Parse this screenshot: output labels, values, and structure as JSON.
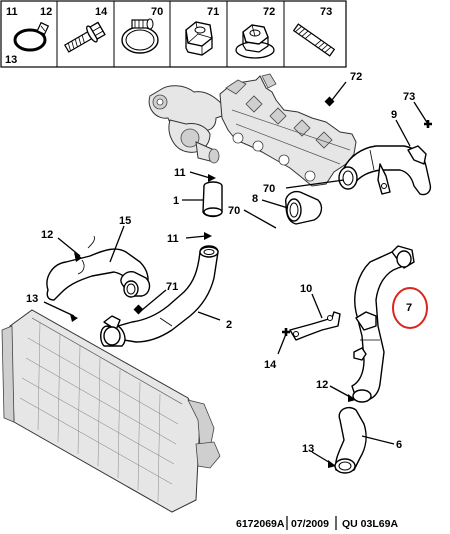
{
  "legend": {
    "items": [
      {
        "numbers": [
          "11",
          "12",
          "13"
        ],
        "icon": "hose-clamp-icon"
      },
      {
        "numbers": [
          "14"
        ],
        "icon": "bolt-icon"
      },
      {
        "numbers": [
          "70"
        ],
        "icon": "worm-clamp-icon"
      },
      {
        "numbers": [
          "71"
        ],
        "icon": "nut-icon"
      },
      {
        "numbers": [
          "72"
        ],
        "icon": "flange-nut-icon"
      },
      {
        "numbers": [
          "73"
        ],
        "icon": "stud-icon"
      }
    ]
  },
  "callouts": {
    "c72": "72",
    "c73": "73",
    "c9": "9",
    "c11a": "11",
    "c1": "1",
    "c70a": "70",
    "c8": "8",
    "c70b": "70",
    "c11b": "11",
    "c15": "15",
    "c12a": "12",
    "c13a": "13",
    "c71": "71",
    "c2": "2",
    "c10": "10",
    "c7": "7",
    "c14": "14",
    "c12b": "12",
    "c13b": "13",
    "c6": "6"
  },
  "highlight": {
    "part": "7",
    "color": "#d9261c"
  },
  "footer": {
    "ref": "6172069A",
    "date": "07/2009",
    "code": "QU 03L69A"
  }
}
